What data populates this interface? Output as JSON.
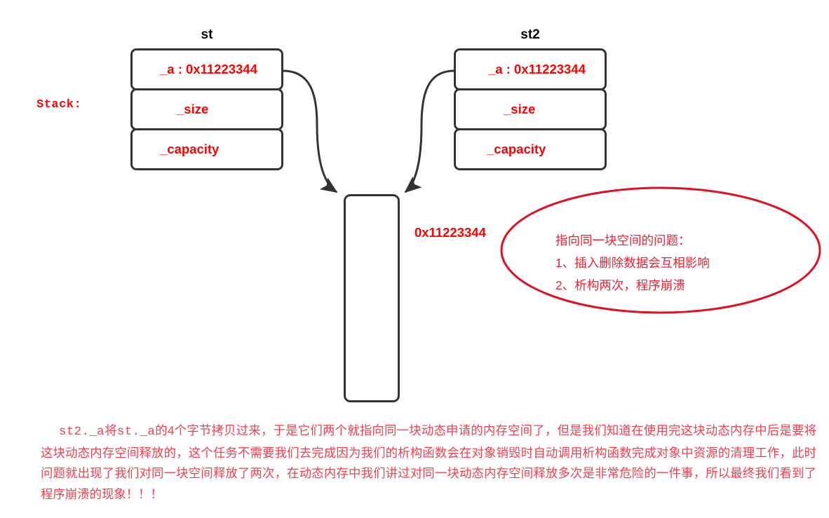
{
  "diagram": {
    "stack_label": "Stack:",
    "heap_address_label": "0x11223344",
    "structs": [
      {
        "title": "st",
        "fields": [
          {
            "label": "_a : 0x11223344"
          },
          {
            "label": "_size"
          },
          {
            "label": "_capacity"
          }
        ]
      },
      {
        "title": "st2",
        "fields": [
          {
            "label": "_a : 0x11223344"
          },
          {
            "label": "_size"
          },
          {
            "label": "_capacity"
          }
        ]
      }
    ],
    "note_ellipse": {
      "lines": [
        "指向同一块空间的问题：",
        "1、插入删除数据会互相影响",
        "2、析构两次，程序崩溃"
      ]
    },
    "paragraph": {
      "seg1_mono": "st2._a",
      "seg2": "将",
      "seg3_mono": "st._a",
      "seg4": "的4个字节拷贝过来，于是它们两个就指向同一块动态申请的内存空间了，但是我们知道在使用完这块动态内存中后是要将这块动态内存空间释放的，这个任务不需要我们去完成因为我们的析构函数会在对象销毁时自动调用析构函数完成对象中资源的清理工作，此时问题就出现了我们对同一块空间释放了两次，在动态内存中我们讲过对同一块动态内存空间释放多次是非常危险的一件事，所以最终我们看到了程序崩溃的现象！！！"
    }
  },
  "colors": {
    "red_text": "#ff0000",
    "note_red": "#ee2233",
    "paragraph_red": "#f04050",
    "box_stroke": "#333333",
    "ellipse_stroke": "#e01020",
    "title_black": "#000000"
  }
}
